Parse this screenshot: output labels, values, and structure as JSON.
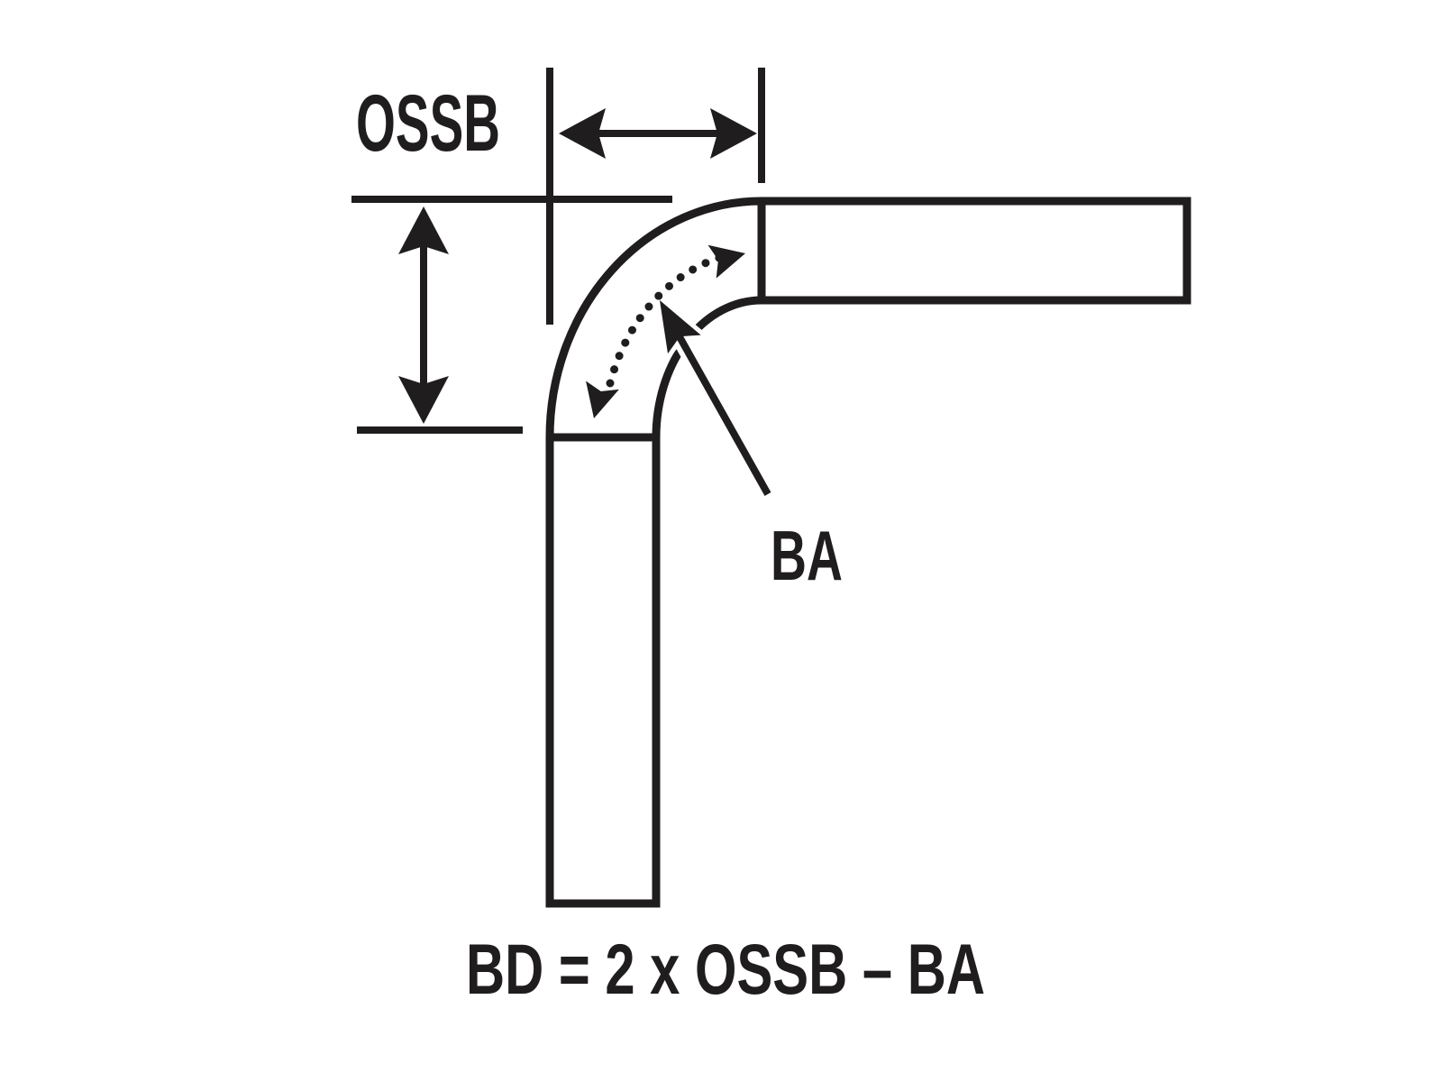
{
  "canvas": {
    "background": "#ffffff",
    "ink": "#1f1d1e"
  },
  "labels": {
    "ossb": "OSSB",
    "ba": "BA",
    "formula": "BD = 2 x OSSB – BA"
  },
  "icons": {
    "dimension_arrows": "double-headed-arrow-icon",
    "bend_allowance_arc": "dotted-arc-double-arrow-icon",
    "ba_pointer": "leader-arrow-icon"
  }
}
